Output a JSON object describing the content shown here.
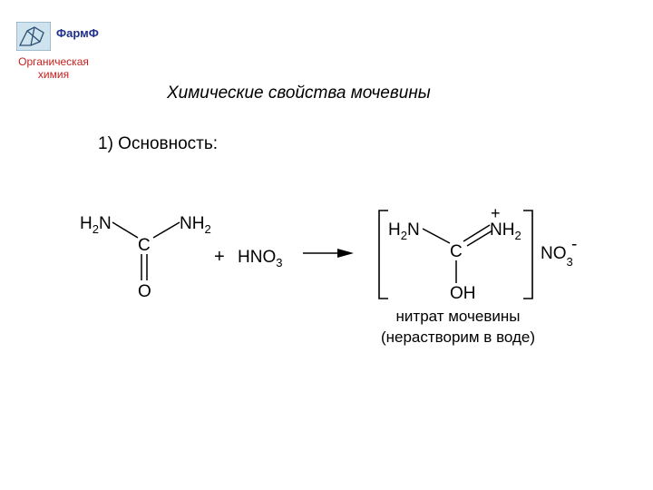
{
  "header": {
    "logo_icon": "molecule-logo-icon",
    "logo_text": "ФармФ",
    "dept_line1": "Органическая",
    "dept_line2": "химия",
    "colors": {
      "logo_text": "#1f2f8a",
      "dept": "#c8211f",
      "logo_bg": "#cfe3ee"
    }
  },
  "slide": {
    "title": "Химические свойства мочевины",
    "section": "1) Основность:"
  },
  "reaction": {
    "urea": {
      "left": "H",
      "left_sub": "2",
      "left_n": "N",
      "right": "NH",
      "right_sub": "2",
      "center": "C",
      "bottom": "O"
    },
    "plus": "+",
    "reagent": "HNO",
    "reagent_sub": "3",
    "product": {
      "left": "H",
      "left_sub": "2",
      "left_n": "N",
      "right_n": "N",
      "right_h": "H",
      "right_sub": "2",
      "charge_plus": "+",
      "center": "C",
      "bottom": "OH"
    },
    "anion": "NO",
    "anion_sub": "3",
    "anion_charge": "-",
    "caption_line1": "нитрат мочевины",
    "caption_line2": "(нерастворим в воде)"
  }
}
